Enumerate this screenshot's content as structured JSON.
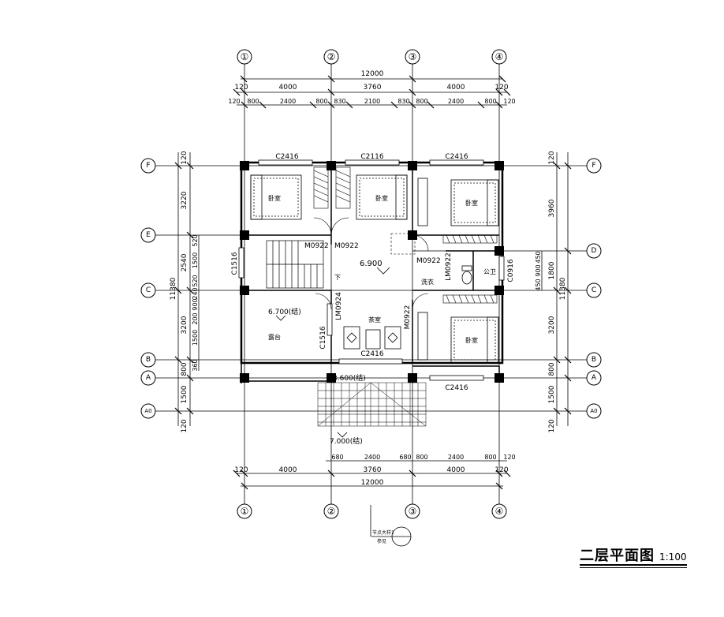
{
  "title": {
    "main": "二层平面图",
    "scale": "1:100"
  },
  "axes_columns": [
    "①",
    "②",
    "③",
    "④"
  ],
  "axes_rows": [
    "F",
    "E",
    "D",
    "C",
    "B",
    "A",
    "A0"
  ],
  "dims_top_total": "12000",
  "dims_top_spans": [
    "120",
    "4000",
    "3760",
    "4000",
    "120"
  ],
  "dims_top_detail": [
    "120",
    "800",
    "2400",
    "800",
    "830",
    "2100",
    "830",
    "800",
    "2400",
    "800",
    "120"
  ],
  "dims_bottom_total": "12000",
  "dims_bottom_spans": [
    "120",
    "4000",
    "3760",
    "4000",
    "120"
  ],
  "dims_bottom_detail": [
    "680",
    "2400",
    "680",
    "800",
    "2400",
    "800",
    "120"
  ],
  "dims_left_total": "11380",
  "dims_left_spans": [
    "120",
    "3220",
    "2540",
    "3200",
    "800",
    "1500",
    "120"
  ],
  "dims_left_detail": [
    "520",
    "1500",
    "520",
    "240",
    "900",
    "200",
    "1500",
    "360"
  ],
  "dims_right_total": "11380",
  "dims_right_spans": [
    "120",
    "3960",
    "1800",
    "3200",
    "800",
    "1500",
    "120"
  ],
  "dims_right_detail": [
    "450",
    "900",
    "450"
  ],
  "windows": {
    "f1": "C2416",
    "f2": "C2116",
    "f3": "C2416",
    "west": "C1516",
    "mid": "C1516",
    "tea": "C2416",
    "a3": "C2416",
    "wc": "C0916"
  },
  "doors": {
    "d1": "M0922",
    "d2": "M0922",
    "d3": "M0922",
    "d4": "M0922",
    "lm1": "LM0922",
    "lm2": "LM0924"
  },
  "rooms": {
    "bed1": "卧室",
    "bed2": "卧室",
    "bed3": "卧室",
    "bed4": "卧室",
    "tea": "茶室",
    "terrace": "露台",
    "laundry": "洗衣",
    "wc": "公卫",
    "down": "下"
  },
  "levels": {
    "hall": "6.900",
    "terrace": "6.700(结)",
    "porch": "3.600(结)",
    "roof": "7.000(结)"
  },
  "detail_note": {
    "line1": "节点大样1",
    "line2": "参见"
  }
}
